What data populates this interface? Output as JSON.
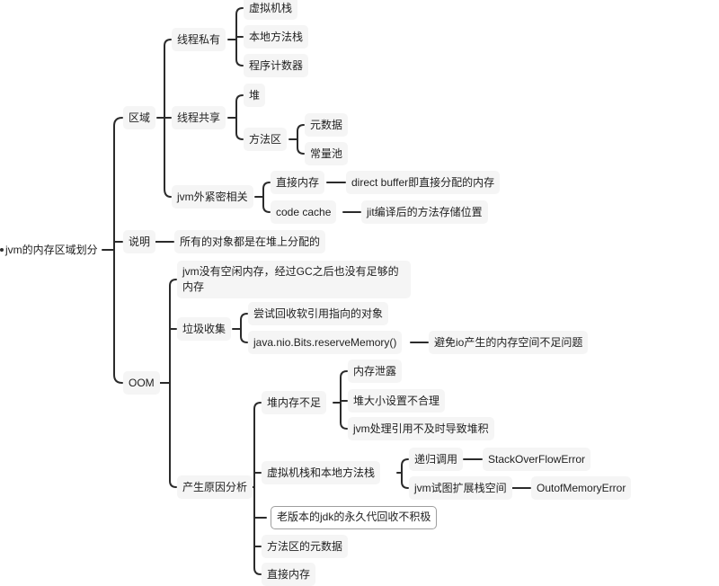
{
  "mindmap": {
    "root": "jvm的内存区域划分",
    "region": {
      "label": "区域",
      "private": {
        "label": "线程私有",
        "items": [
          "虚拟机栈",
          "本地方法栈",
          "程序计数器"
        ]
      },
      "shared": {
        "label": "线程共享",
        "heap": "堆",
        "method_area": {
          "label": "方法区",
          "items": [
            "元数据",
            "常量池"
          ]
        }
      },
      "jvm_external": {
        "label": "jvm外紧密相关",
        "direct_memory": {
          "label": "直接内存",
          "detail": "direct buffer即直接分配的内存"
        },
        "code_cache": {
          "label": "code cache",
          "detail": "jit编译后的方法存储位置"
        }
      }
    },
    "note": {
      "label": "说明",
      "detail": "所有的对象都是在堆上分配的"
    },
    "oom": {
      "label": "OOM",
      "definition": "jvm没有空闲内存，经过GC之后也没有足够的内存",
      "gc": {
        "label": "垃圾收集",
        "soft_ref": "尝试回收软引用指向的对象",
        "reserve": {
          "label": "java.nio.Bits.reserveMemory()",
          "detail": "避免io产生的内存空间不足问题"
        }
      },
      "causes": {
        "label": "产生原因分析",
        "heap": {
          "label": "堆内存不足",
          "items": [
            "内存泄露",
            "堆大小设置不合理",
            "jvm处理引用不及时导致堆积"
          ]
        },
        "stack": {
          "label": "虚拟机栈和本地方法栈",
          "recursion": {
            "label": "递归调用",
            "error": "StackOverFlowError"
          },
          "expand": {
            "label": "jvm试图扩展栈空间",
            "error": "OutofMemoryError"
          }
        },
        "perm_gen": "老版本的jdk的永久代回收不积极",
        "metaspace": "方法区的元数据",
        "direct": "直接内存"
      }
    }
  },
  "colors": {
    "line": "#2b2b2b",
    "node_bg": "#f5f5f5",
    "selected_border": "#9e9e9e",
    "text": "#1f1f1f"
  }
}
